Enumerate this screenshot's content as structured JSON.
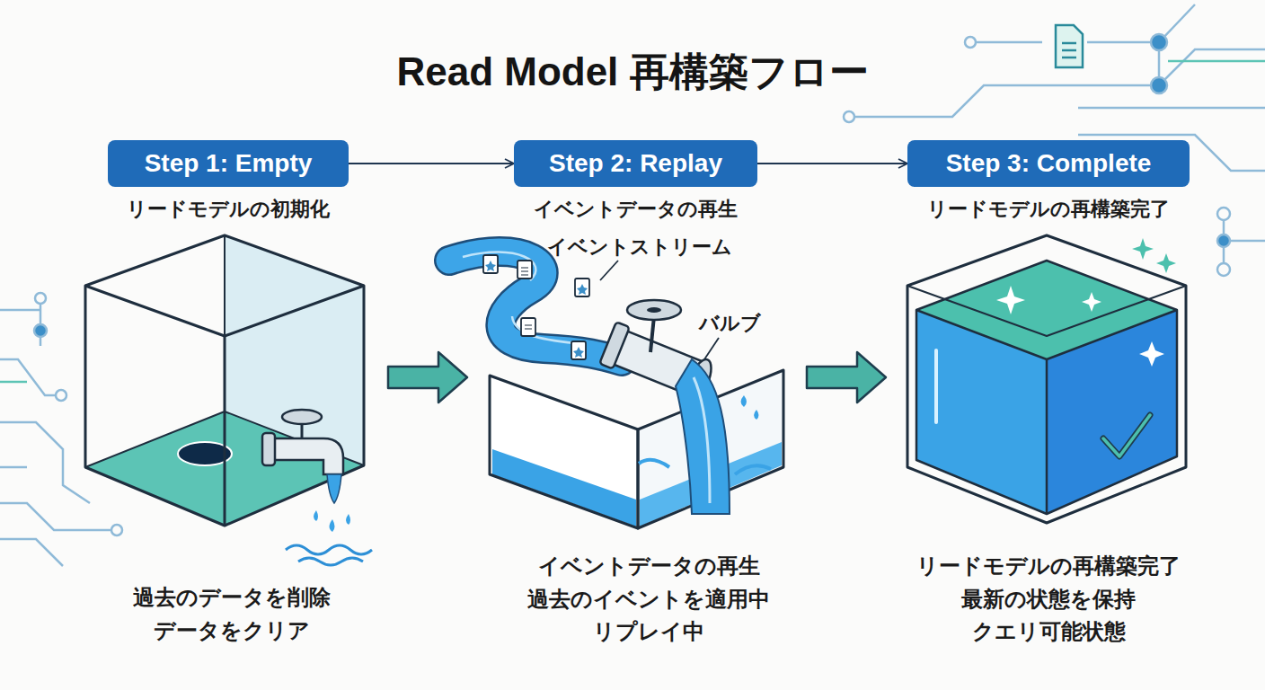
{
  "diagram": {
    "title": "Read Model 再構築フロー",
    "nodes": [
      {
        "text": [
          "Step 1: Empty",
          "リードモデルの初期化"
        ]
      },
      {
        "text": [
          "Step 2: Replay",
          "イベントデータの再生"
        ]
      },
      {
        "text": [
          "Step 3: Complete",
          "リードモデルの再構築完了"
        ]
      }
    ],
    "edges": [
      {
        "from": 0,
        "to": 1,
        "arrow": "to"
      },
      {
        "from": 1,
        "to": 2,
        "arrow": "to"
      }
    ],
    "labels": [
      "イベントストリーム",
      "バルブ",
      "過去のデータを削除",
      "データをクリア",
      "イベントデータの再生",
      "過去のイベントを適用中",
      "リプレイ中",
      "リードモデルの再構築完了",
      "最新の状態を保持",
      "クエリ可能状態"
    ]
  }
}
